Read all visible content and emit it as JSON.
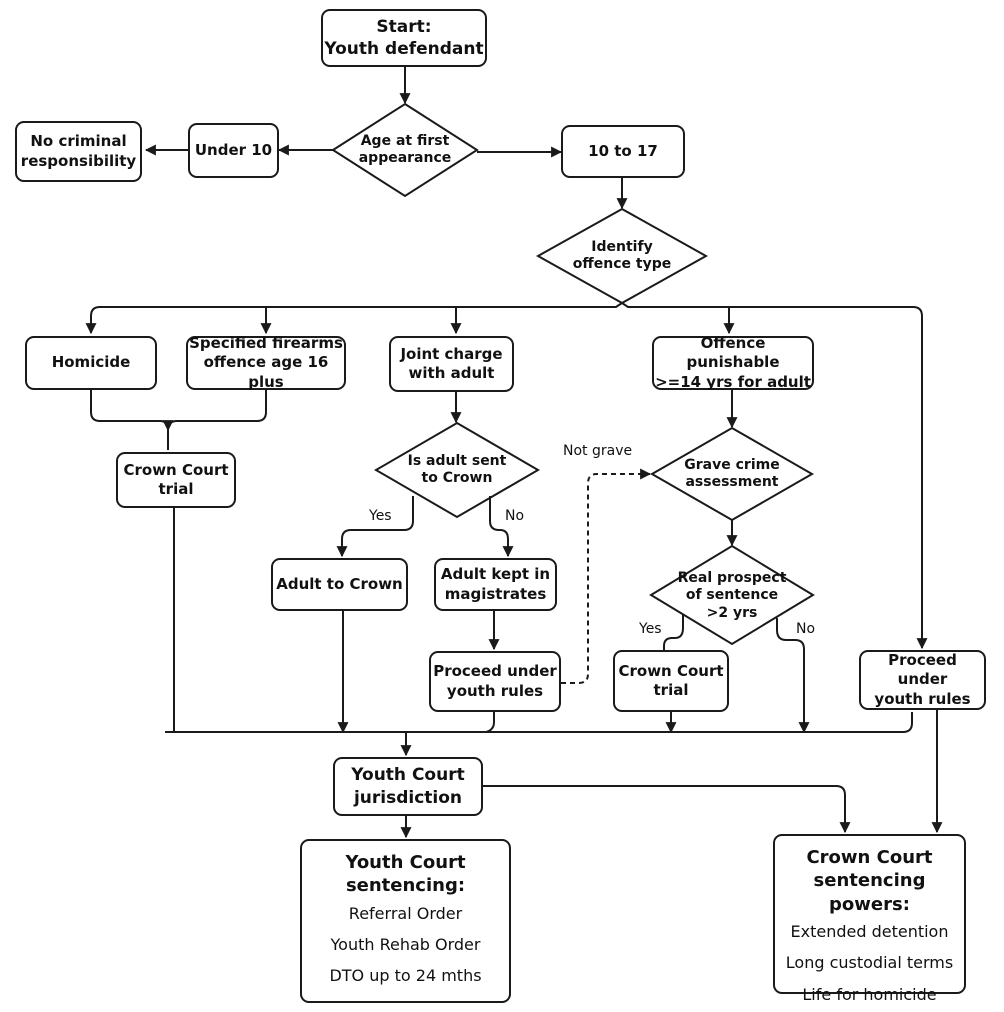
{
  "nodes": {
    "start": {
      "line1": "Start:",
      "line2": "Youth defendant"
    },
    "age_decision": {
      "line1": "Age at first",
      "line2": "appearance"
    },
    "under_10": "Under 10",
    "no_criminal": {
      "line1": "No criminal",
      "line2": "responsibility"
    },
    "age_10_17": "10 to 17",
    "offence_type": {
      "line1": "Identify",
      "line2": "offence type"
    },
    "homicide": "Homicide",
    "firearms": {
      "line1": "Specified firearms",
      "line2": "offence age 16 plus"
    },
    "joint_charge": {
      "line1": "Joint charge",
      "line2": "with adult"
    },
    "punishable": {
      "line1": "Offence punishable",
      "line2": ">=14 yrs for adult"
    },
    "crown_trial_left": {
      "line1": "Crown Court",
      "line2": "trial"
    },
    "adult_sent": {
      "line1": "Is adult sent",
      "line2": "to Crown"
    },
    "grave_crime": {
      "line1": "Grave crime",
      "line2": "assessment"
    },
    "adult_to_crown": "Adult to Crown",
    "adult_kept": {
      "line1": "Adult kept in",
      "line2": "magistrates"
    },
    "real_prospect": {
      "line1": "Real prospect",
      "line2": "of sentence",
      "line3": ">2 yrs"
    },
    "proceed_youth_mid": {
      "line1": "Proceed under",
      "line2": "youth rules"
    },
    "crown_trial_right": {
      "line1": "Crown Court",
      "line2": "trial"
    },
    "proceed_youth_right": {
      "line1": "Proceed under",
      "line2": "youth rules"
    },
    "youth_jurisdiction": {
      "line1": "Youth Court",
      "line2": "jurisdiction"
    },
    "youth_sentencing": {
      "title1": "Youth Court",
      "title2": "sentencing:",
      "items": [
        "Referral Order",
        "Youth Rehab Order",
        "DTO up to 24 mths"
      ]
    },
    "crown_sentencing": {
      "title1": "Crown Court",
      "title2": "sentencing powers:",
      "items": [
        "Extended detention",
        "Long custodial terms",
        "Life for homicide"
      ]
    }
  },
  "edge_labels": {
    "yes_adult": "Yes",
    "no_adult": "No",
    "not_grave": "Not grave",
    "yes_prospect": "Yes",
    "no_prospect": "No"
  }
}
